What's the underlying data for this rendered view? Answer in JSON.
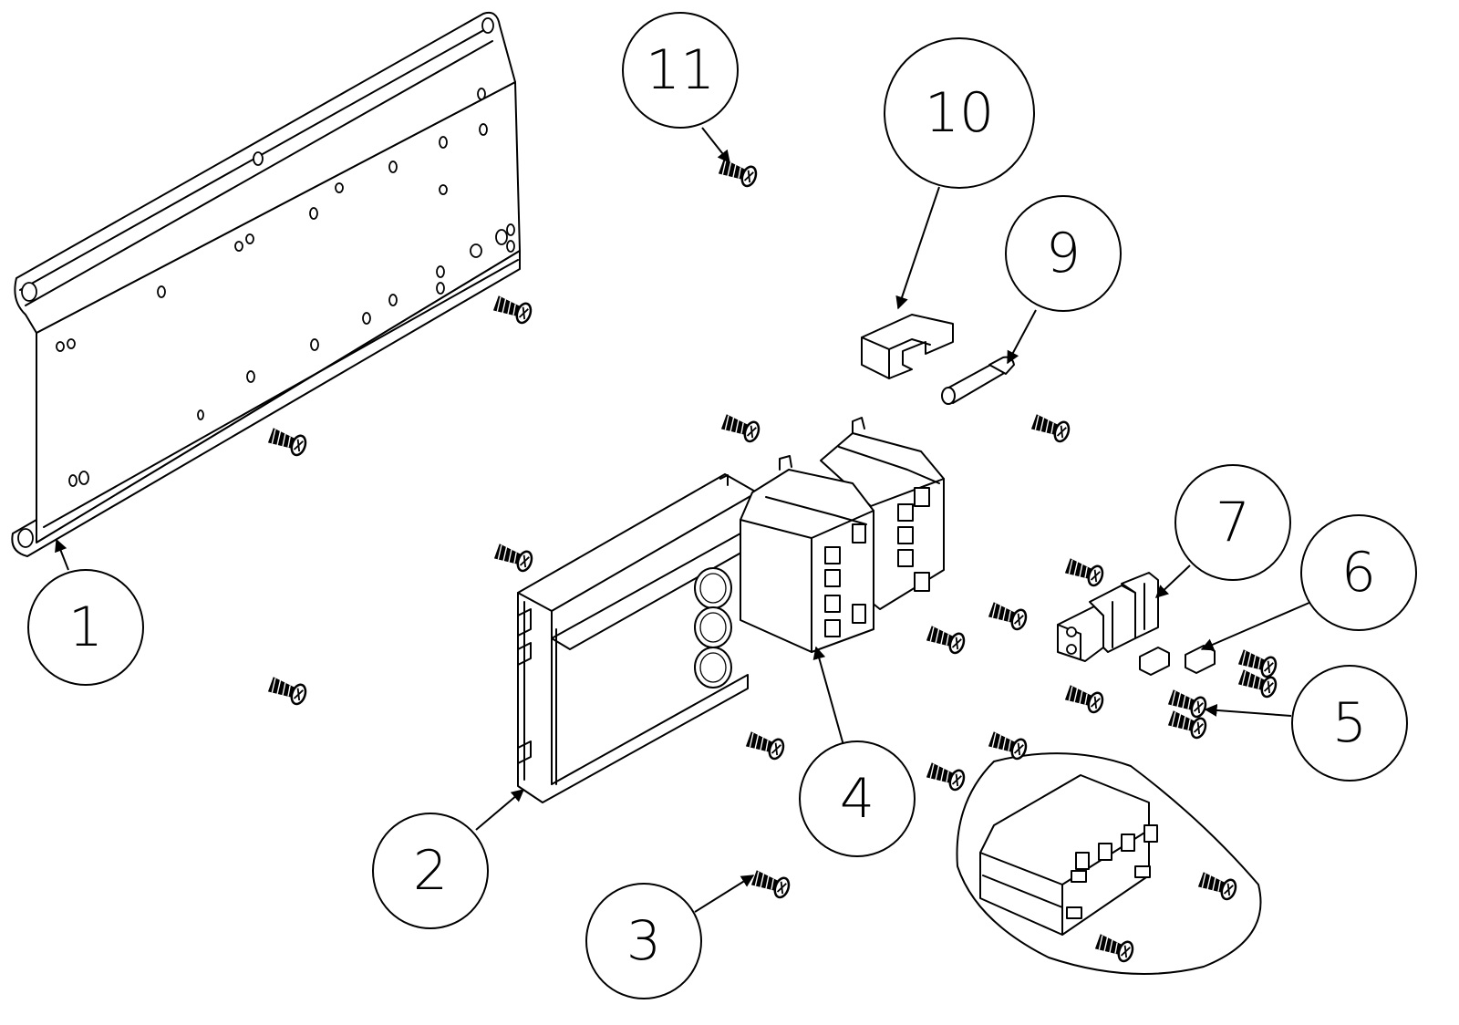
{
  "callouts": [
    {
      "label": "1"
    },
    {
      "label": "2"
    },
    {
      "label": "3"
    },
    {
      "label": "4"
    },
    {
      "label": "5"
    },
    {
      "label": "6"
    },
    {
      "label": "7"
    },
    {
      "label": "9"
    },
    {
      "label": "10"
    },
    {
      "label": "11"
    }
  ]
}
